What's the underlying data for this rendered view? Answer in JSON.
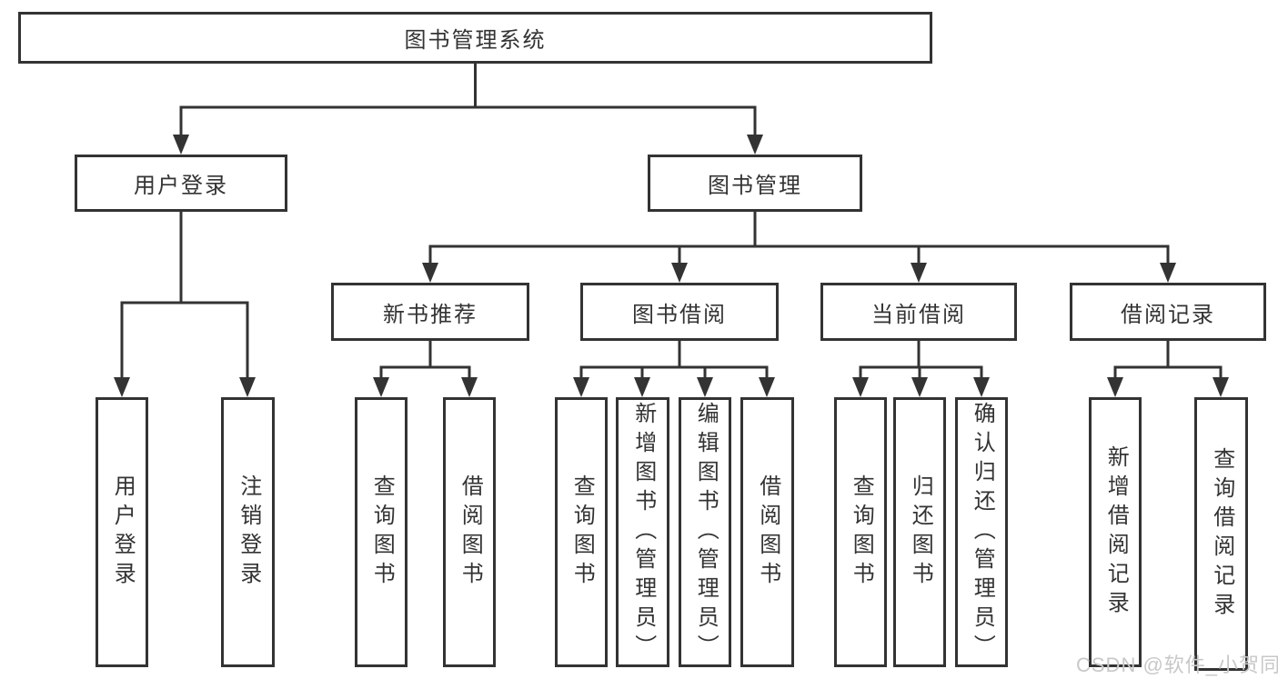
{
  "diagram": {
    "root": "图书管理系统",
    "level2": [
      "用户登录",
      "图书管理"
    ],
    "level3": [
      "新书推荐",
      "图书借阅",
      "当前借阅",
      "借阅记录"
    ],
    "leaves": {
      "user_login": [
        "用户登录",
        "注销登录"
      ],
      "new_book": [
        "查询图书",
        "借阅图书"
      ],
      "book_borrow": [
        "查询图书",
        "新增图书（管理员）",
        "编辑图书（管理员）",
        "借阅图书"
      ],
      "current_borrow": [
        "查询图书",
        "归还图书",
        "确认归还（管理员）"
      ],
      "borrow_record": [
        "新增借阅记录",
        "查询借阅记录"
      ]
    }
  },
  "watermark": {
    "text": "CSDN @软件_小贺同学"
  },
  "colors": {
    "line": "#333333",
    "text": "#333333",
    "background": "#ffffff",
    "watermark": "#c8c8c8"
  }
}
